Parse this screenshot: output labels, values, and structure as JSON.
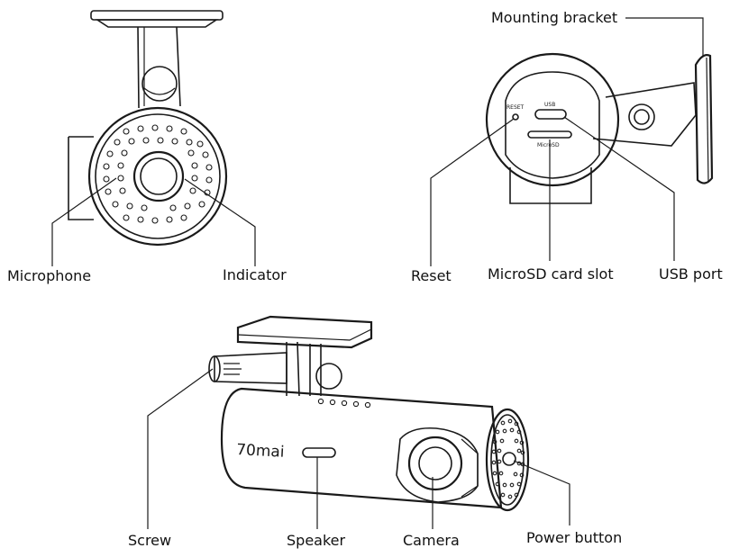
{
  "labels": {
    "microphone": "Microphone",
    "indicator": "Indicator",
    "mounting_bracket": "Mounting bracket",
    "reset": "Reset",
    "microsd_slot": "MicroSD card slot",
    "usb_port": "USB port",
    "screw": "Screw",
    "speaker": "Speaker",
    "camera": "Camera",
    "power_button": "Power button"
  },
  "device_print": {
    "brand": "70mai",
    "reset": "RESET",
    "usb": "USB",
    "microsd": "MicroSD"
  },
  "colors": {
    "line": "#1a1a1a",
    "background": "#ffffff"
  }
}
